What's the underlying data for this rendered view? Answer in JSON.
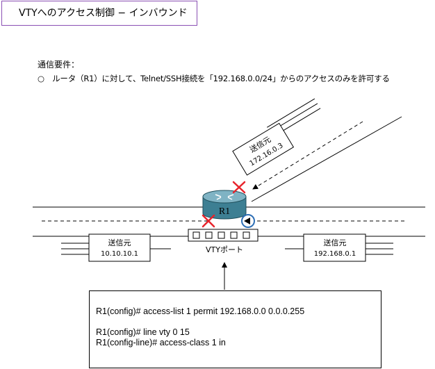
{
  "title": "VTYへのアクセス制御 − インバウンド",
  "requirements": {
    "label": "通信要件：",
    "item": "○　ルータ（R1）に対して、Telnet/SSH接続を「192.168.0.0/24」からのアクセスのみを許可する"
  },
  "router": {
    "name": "R1"
  },
  "vty_port_label": "VTYポート",
  "sources": [
    {
      "label": "送信元",
      "address": "172.16.0.3"
    },
    {
      "label": "送信元",
      "address": "10.10.10.1"
    },
    {
      "label": "送信元",
      "address": "192.168.0.1"
    }
  ],
  "commands": [
    "R1(config)# access-list 1 permit 192.168.0.0 0.0.0.255",
    "R1(config)# line vty 0 15",
    "R1(config-line)# access-class 1 in"
  ],
  "colors": {
    "title_border": "#8a4fb3",
    "deny_mark": "#e8232b",
    "permit_mark": "#2e6fb5",
    "router_body": "#3d7f93"
  }
}
